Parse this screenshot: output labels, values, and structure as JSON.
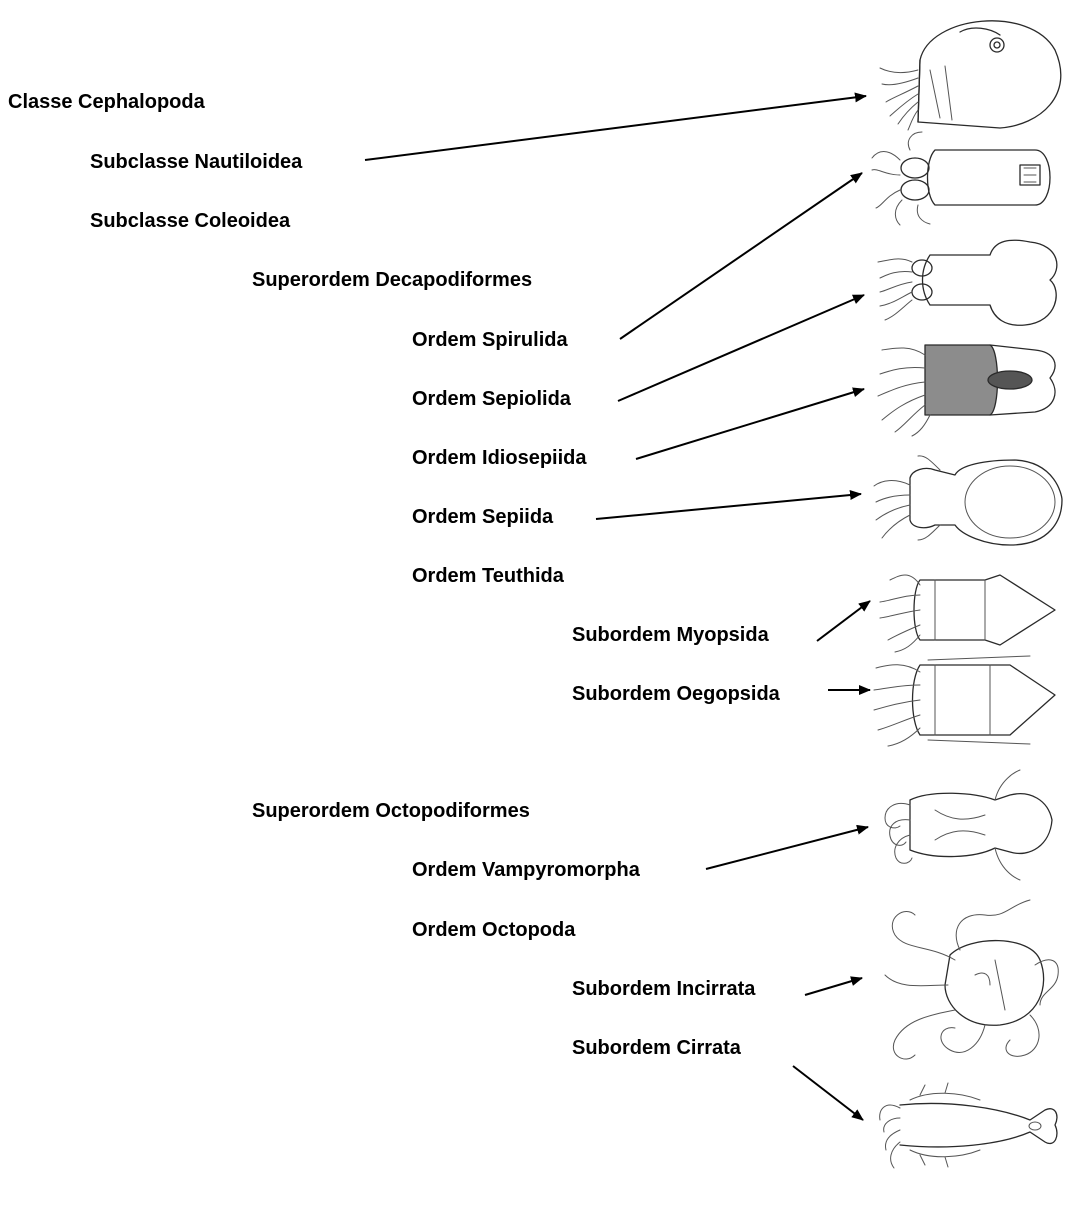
{
  "taxa": [
    {
      "id": "classe-cephalopoda",
      "label": "Classe Cephalopoda"
    },
    {
      "id": "subclasse-nautiloidea",
      "label": "Subclasse Nautiloidea"
    },
    {
      "id": "subclasse-coleoidea",
      "label": "Subclasse Coleoidea"
    },
    {
      "id": "superordem-decapodiformes",
      "label": "Superordem Decapodiformes"
    },
    {
      "id": "ordem-spirulida",
      "label": "Ordem Spirulida"
    },
    {
      "id": "ordem-sepiolida",
      "label": "Ordem Sepiolida"
    },
    {
      "id": "ordem-idiosepiida",
      "label": "Ordem Idiosepiida"
    },
    {
      "id": "ordem-sepiida",
      "label": "Ordem Sepiida"
    },
    {
      "id": "ordem-teuthida",
      "label": "Ordem Teuthida"
    },
    {
      "id": "subordem-myopsida",
      "label": "Subordem Myopsida"
    },
    {
      "id": "subordem-oegopsida",
      "label": "Subordem Oegopsida"
    },
    {
      "id": "superordem-octopodiformes",
      "label": "Superordem Octopodiformes"
    },
    {
      "id": "ordem-vampyromorpha",
      "label": "Ordem Vampyromorpha"
    },
    {
      "id": "ordem-octopoda",
      "label": "Ordem Octopoda"
    },
    {
      "id": "subordem-incirrata",
      "label": "Subordem Incirrata"
    },
    {
      "id": "subordem-cirrata",
      "label": "Subordem Cirrata"
    }
  ],
  "illustrations": [
    {
      "id": "nautilus-drawing",
      "icon": "nautilus-icon"
    },
    {
      "id": "spirula-drawing",
      "icon": "spirula-icon"
    },
    {
      "id": "sepiolid-drawing",
      "icon": "bobtail-squid-icon"
    },
    {
      "id": "idiosepius-drawing",
      "icon": "pygmy-squid-icon"
    },
    {
      "id": "sepia-drawing",
      "icon": "cuttlefish-icon"
    },
    {
      "id": "myopsid-drawing",
      "icon": "myopsid-squid-icon"
    },
    {
      "id": "oegopsid-drawing",
      "icon": "oegopsid-squid-icon"
    },
    {
      "id": "vampyroteuthis-drawing",
      "icon": "vampire-squid-icon"
    },
    {
      "id": "incirrate-drawing",
      "icon": "octopus-icon"
    },
    {
      "id": "cirrate-drawing",
      "icon": "dumbo-octopus-icon"
    }
  ],
  "connections": [
    {
      "from": "subclasse-nautiloidea",
      "to": "nautilus-drawing"
    },
    {
      "from": "ordem-spirulida",
      "to": "spirula-drawing"
    },
    {
      "from": "ordem-sepiolida",
      "to": "sepiolid-drawing"
    },
    {
      "from": "ordem-idiosepiida",
      "to": "idiosepius-drawing"
    },
    {
      "from": "ordem-sepiida",
      "to": "sepia-drawing"
    },
    {
      "from": "subordem-myopsida",
      "to": "myopsid-drawing"
    },
    {
      "from": "subordem-oegopsida",
      "to": "oegopsid-drawing"
    },
    {
      "from": "ordem-vampyromorpha",
      "to": "vampyroteuthis-drawing"
    },
    {
      "from": "subordem-incirrata",
      "to": "incirrate-drawing"
    },
    {
      "from": "subordem-cirrata",
      "to": "cirrate-drawing"
    }
  ],
  "colors": {
    "text": "#000000",
    "ink": "#2a2a2a",
    "background": "#ffffff"
  }
}
